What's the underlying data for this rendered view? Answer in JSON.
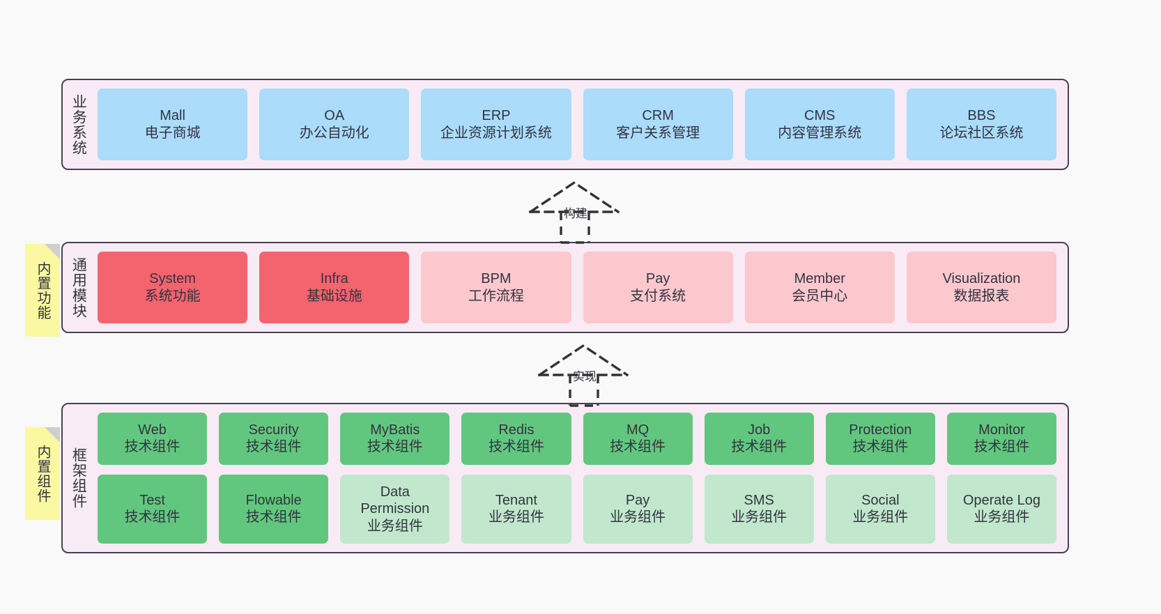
{
  "diagram": {
    "background": "#F9F9F9",
    "layer_fill": "#F8EBF5",
    "layer_border": "#4A3F54",
    "note_fill": "#FAF8A0"
  },
  "notes": [
    {
      "id": "builtin-features",
      "text": "内置功能"
    },
    {
      "id": "builtin-components",
      "text": "内置组件"
    }
  ],
  "connectors": [
    {
      "id": "build",
      "label": "构建"
    },
    {
      "id": "implement",
      "label": "实现"
    }
  ],
  "layers": [
    {
      "id": "business-systems",
      "label": "业务系统",
      "rows": [
        {
          "cells": [
            {
              "title": "Mall",
              "subtitle": "电子商城",
              "color": "#ABDCFA",
              "style": "c-blue"
            },
            {
              "title": "OA",
              "subtitle": "办公自动化",
              "color": "#ABDCFA",
              "style": "c-blue"
            },
            {
              "title": "ERP",
              "subtitle": "企业资源计划系统",
              "color": "#ABDCFA",
              "style": "c-blue"
            },
            {
              "title": "CRM",
              "subtitle": "客户关系管理",
              "color": "#ABDCFA",
              "style": "c-blue"
            },
            {
              "title": "CMS",
              "subtitle": "内容管理系统",
              "color": "#ABDCFA",
              "style": "c-blue"
            },
            {
              "title": "BBS",
              "subtitle": "论坛社区系统",
              "color": "#ABDCFA",
              "style": "c-blue"
            }
          ]
        }
      ]
    },
    {
      "id": "common-modules",
      "label": "通用模块",
      "rows": [
        {
          "cells": [
            {
              "title": "System",
              "subtitle": "系统功能",
              "color": "#F4646E",
              "style": "c-salmon"
            },
            {
              "title": "Infra",
              "subtitle": "基础设施",
              "color": "#F4646E",
              "style": "c-salmon"
            },
            {
              "title": "BPM",
              "subtitle": "工作流程",
              "color": "#FBC8CD",
              "style": "c-pink"
            },
            {
              "title": "Pay",
              "subtitle": "支付系统",
              "color": "#FBC8CD",
              "style": "c-pink"
            },
            {
              "title": "Member",
              "subtitle": "会员中心",
              "color": "#FBC8CD",
              "style": "c-pink"
            },
            {
              "title": "Visualization",
              "subtitle": "数据报表",
              "color": "#FBC8CD",
              "style": "c-pink"
            }
          ]
        }
      ]
    },
    {
      "id": "framework-components",
      "label": "框架组件",
      "rows": [
        {
          "cells": [
            {
              "title": "Web",
              "subtitle": "技术组件",
              "color": "#62C77E",
              "style": "c-green"
            },
            {
              "title": "Security",
              "subtitle": "技术组件",
              "color": "#62C77E",
              "style": "c-green"
            },
            {
              "title": "MyBatis",
              "subtitle": "技术组件",
              "color": "#62C77E",
              "style": "c-green"
            },
            {
              "title": "Redis",
              "subtitle": "技术组件",
              "color": "#62C77E",
              "style": "c-green"
            },
            {
              "title": "MQ",
              "subtitle": "技术组件",
              "color": "#62C77E",
              "style": "c-green"
            },
            {
              "title": "Job",
              "subtitle": "技术组件",
              "color": "#62C77E",
              "style": "c-green"
            },
            {
              "title": "Protection",
              "subtitle": "技术组件",
              "color": "#62C77E",
              "style": "c-green"
            },
            {
              "title": "Monitor",
              "subtitle": "技术组件",
              "color": "#62C77E",
              "style": "c-green"
            }
          ]
        },
        {
          "cells": [
            {
              "title": "Test",
              "subtitle": "技术组件",
              "color": "#62C77E",
              "style": "c-green"
            },
            {
              "title": "Flowable",
              "subtitle": "技术组件",
              "color": "#62C77E",
              "style": "c-green"
            },
            {
              "title": "Data Permission",
              "subtitle": "业务组件",
              "color": "#C1E8CC",
              "style": "c-greenlight"
            },
            {
              "title": "Tenant",
              "subtitle": "业务组件",
              "color": "#C1E8CC",
              "style": "c-greenlight"
            },
            {
              "title": "Pay",
              "subtitle": "业务组件",
              "color": "#C1E8CC",
              "style": "c-greenlight"
            },
            {
              "title": "SMS",
              "subtitle": "业务组件",
              "color": "#C1E8CC",
              "style": "c-greenlight"
            },
            {
              "title": "Social",
              "subtitle": "业务组件",
              "color": "#C1E8CC",
              "style": "c-greenlight"
            },
            {
              "title": "Operate Log",
              "subtitle": "业务组件",
              "color": "#C1E8CC",
              "style": "c-greenlight"
            }
          ]
        }
      ]
    }
  ]
}
